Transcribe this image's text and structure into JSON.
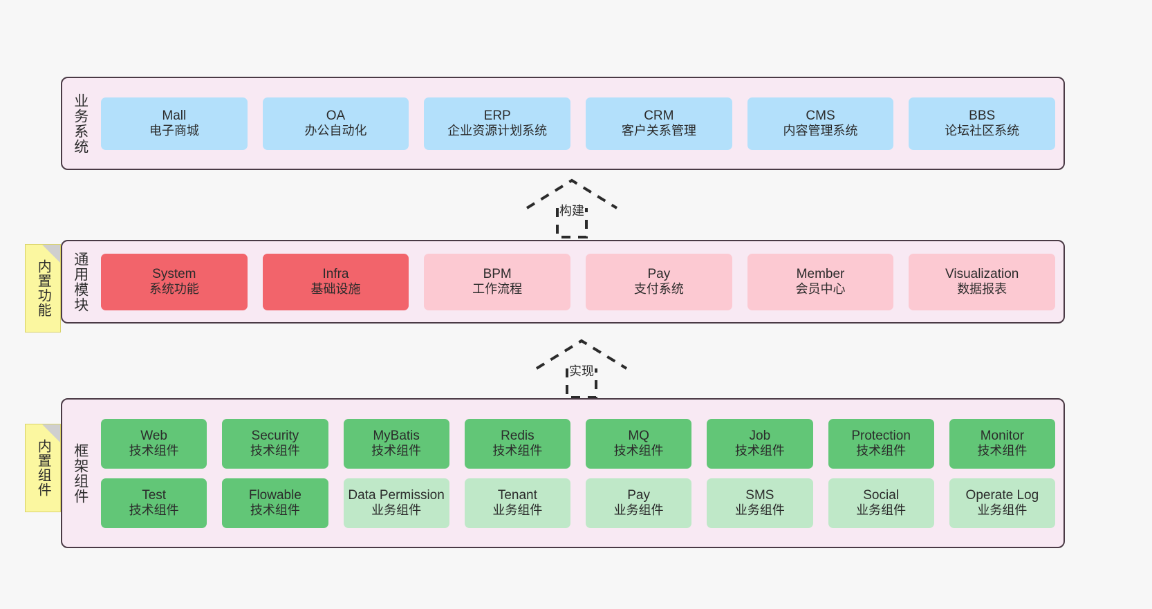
{
  "diagram": {
    "layers": [
      {
        "id": "business-system",
        "title": "业务系统",
        "rows": [
          {
            "nodes": [
              {
                "name": "Mall",
                "desc": "电子商城"
              },
              {
                "name": "OA",
                "desc": "办公自动化"
              },
              {
                "name": "ERP",
                "desc": "企业资源计划系统"
              },
              {
                "name": "CRM",
                "desc": "客户关系管理"
              },
              {
                "name": "CMS",
                "desc": "内容管理系统"
              },
              {
                "name": "BBS",
                "desc": "论坛社区系统"
              }
            ]
          }
        ]
      },
      {
        "id": "common-module",
        "title": "通用模块",
        "note": "内置功能",
        "rows": [
          {
            "nodes": [
              {
                "name": "System",
                "desc": "系统功能"
              },
              {
                "name": "Infra",
                "desc": "基础设施"
              },
              {
                "name": "BPM",
                "desc": "工作流程"
              },
              {
                "name": "Pay",
                "desc": "支付系统"
              },
              {
                "name": "Member",
                "desc": "会员中心"
              },
              {
                "name": "Visualization",
                "desc": "数据报表"
              }
            ]
          }
        ]
      },
      {
        "id": "framework-component",
        "title": "框架组件",
        "note": "内置组件",
        "rows": [
          {
            "nodes": [
              {
                "name": "Web",
                "desc": "技术组件"
              },
              {
                "name": "Security",
                "desc": "技术组件"
              },
              {
                "name": "MyBatis",
                "desc": "技术组件"
              },
              {
                "name": "Redis",
                "desc": "技术组件"
              },
              {
                "name": "MQ",
                "desc": "技术组件"
              },
              {
                "name": "Job",
                "desc": "技术组件"
              },
              {
                "name": "Protection",
                "desc": "技术组件"
              },
              {
                "name": "Monitor",
                "desc": "技术组件"
              }
            ]
          },
          {
            "nodes": [
              {
                "name": "Test",
                "desc": "技术组件"
              },
              {
                "name": "Flowable",
                "desc": "技术组件"
              },
              {
                "name": "Data Permission",
                "desc": "业务组件"
              },
              {
                "name": "Tenant",
                "desc": "业务组件"
              },
              {
                "name": "Pay",
                "desc": "业务组件"
              },
              {
                "name": "SMS",
                "desc": "业务组件"
              },
              {
                "name": "Social",
                "desc": "业务组件"
              },
              {
                "name": "Operate Log",
                "desc": "业务组件"
              }
            ]
          }
        ]
      }
    ],
    "connectors": [
      {
        "id": "build",
        "label": "构建"
      },
      {
        "id": "implement",
        "label": "实现"
      }
    ],
    "colors": {
      "layer_background": "#f8e9f3",
      "layer_border": "#4a3a45",
      "business_node": "#b3e0fb",
      "module_core": "#f2646b",
      "module_optional": "#fcc9d2",
      "tech_component": "#62c677",
      "business_component": "#bfe8c8",
      "note": "#fbf7a0",
      "canvas": "#f7f7f7"
    }
  }
}
